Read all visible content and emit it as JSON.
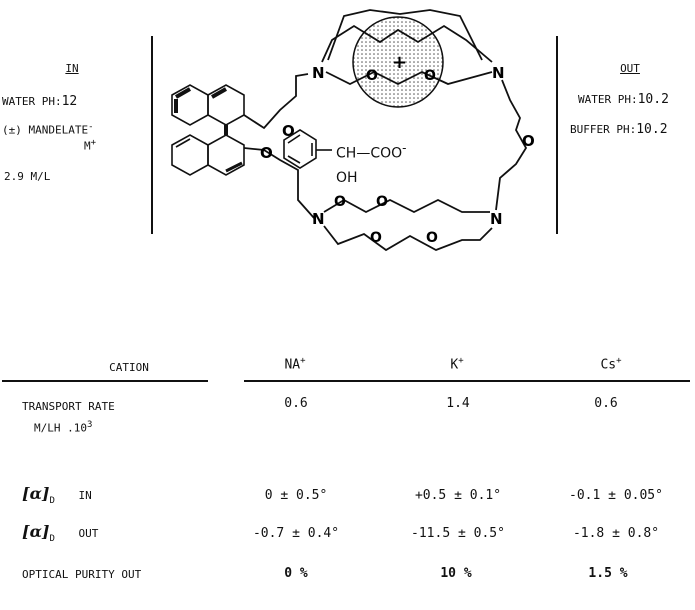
{
  "in_panel": {
    "heading": "IN",
    "water_label": "WATER PH:",
    "water_value": "12",
    "mandelate": "(±) MANDELATE",
    "mandelate_charge": "-",
    "cation": "M",
    "cation_charge": "+",
    "concentration": "2.9 M/L"
  },
  "out_panel": {
    "heading": "OUT",
    "water_label": "WATER PH:",
    "water_value": "10.2",
    "buffer_label": "BUFFER PH:",
    "buffer_value": "10.2"
  },
  "structure": {
    "guest_ch": "CH",
    "guest_dash": "—",
    "guest_coo": "COO",
    "guest_charge": "-",
    "guest_oh": "OH",
    "cation_symbol": "+",
    "o_label": "O",
    "n_label": "N"
  },
  "table": {
    "header": {
      "label": "CATION",
      "col1": "NA",
      "col1_sup": "+",
      "col2": "K",
      "col2_sup": "+",
      "col3": "Cs",
      "col3_sup": "+"
    },
    "rows": {
      "rate": {
        "label": "TRANSPORT RATE",
        "sublabel": "M/LH .10",
        "sublabel_sup": "3",
        "v1": "0.6",
        "v2": "1.4",
        "v3": "0.6"
      },
      "alpha_in": {
        "symbol": "[α]",
        "sub": "D",
        "label": "IN",
        "v1": "0 ± 0.5°",
        "v2": "+0.5 ± 0.1°",
        "v3": "-0.1 ± 0.05°"
      },
      "alpha_out": {
        "symbol": "[α]",
        "sub": "D",
        "label": "OUT",
        "v1": "-0.7 ± 0.4°",
        "v2": "-11.5 ± 0.5°",
        "v3": "-1.8 ± 0.8°"
      },
      "purity": {
        "label": "OPTICAL PURITY OUT",
        "v1": "0 %",
        "v2": "10 %",
        "v3": "1.5 %"
      }
    }
  }
}
